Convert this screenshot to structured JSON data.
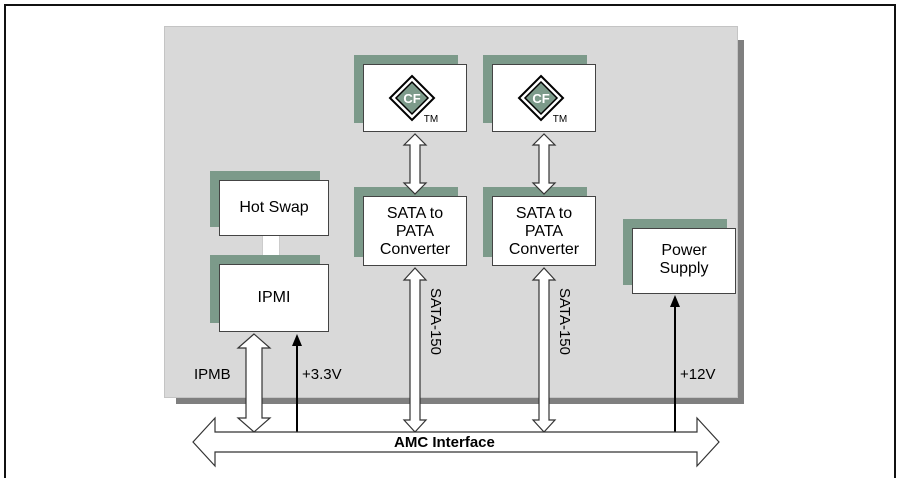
{
  "blocks": {
    "cf_mark": "CF",
    "tm_mark": "TM",
    "hot_swap": "Hot Swap",
    "ipmi": "IPMI",
    "sata_pata_1": [
      "SATA to",
      "PATA",
      "Converter"
    ],
    "sata_pata_2": [
      "SATA to",
      "PATA",
      "Converter"
    ],
    "power_supply": [
      "Power",
      "Supply"
    ]
  },
  "signals": {
    "ipmb": "IPMB",
    "v33": "+3.3V",
    "sata150_1": "SATA-150",
    "sata150_2": "SATA-150",
    "v12": "+12V"
  },
  "bus": {
    "label": "AMC Interface"
  },
  "colors": {
    "panel": "#d9d9d9",
    "shadow": "#7f7f7f",
    "box_shadow": "#7c9a8a"
  }
}
